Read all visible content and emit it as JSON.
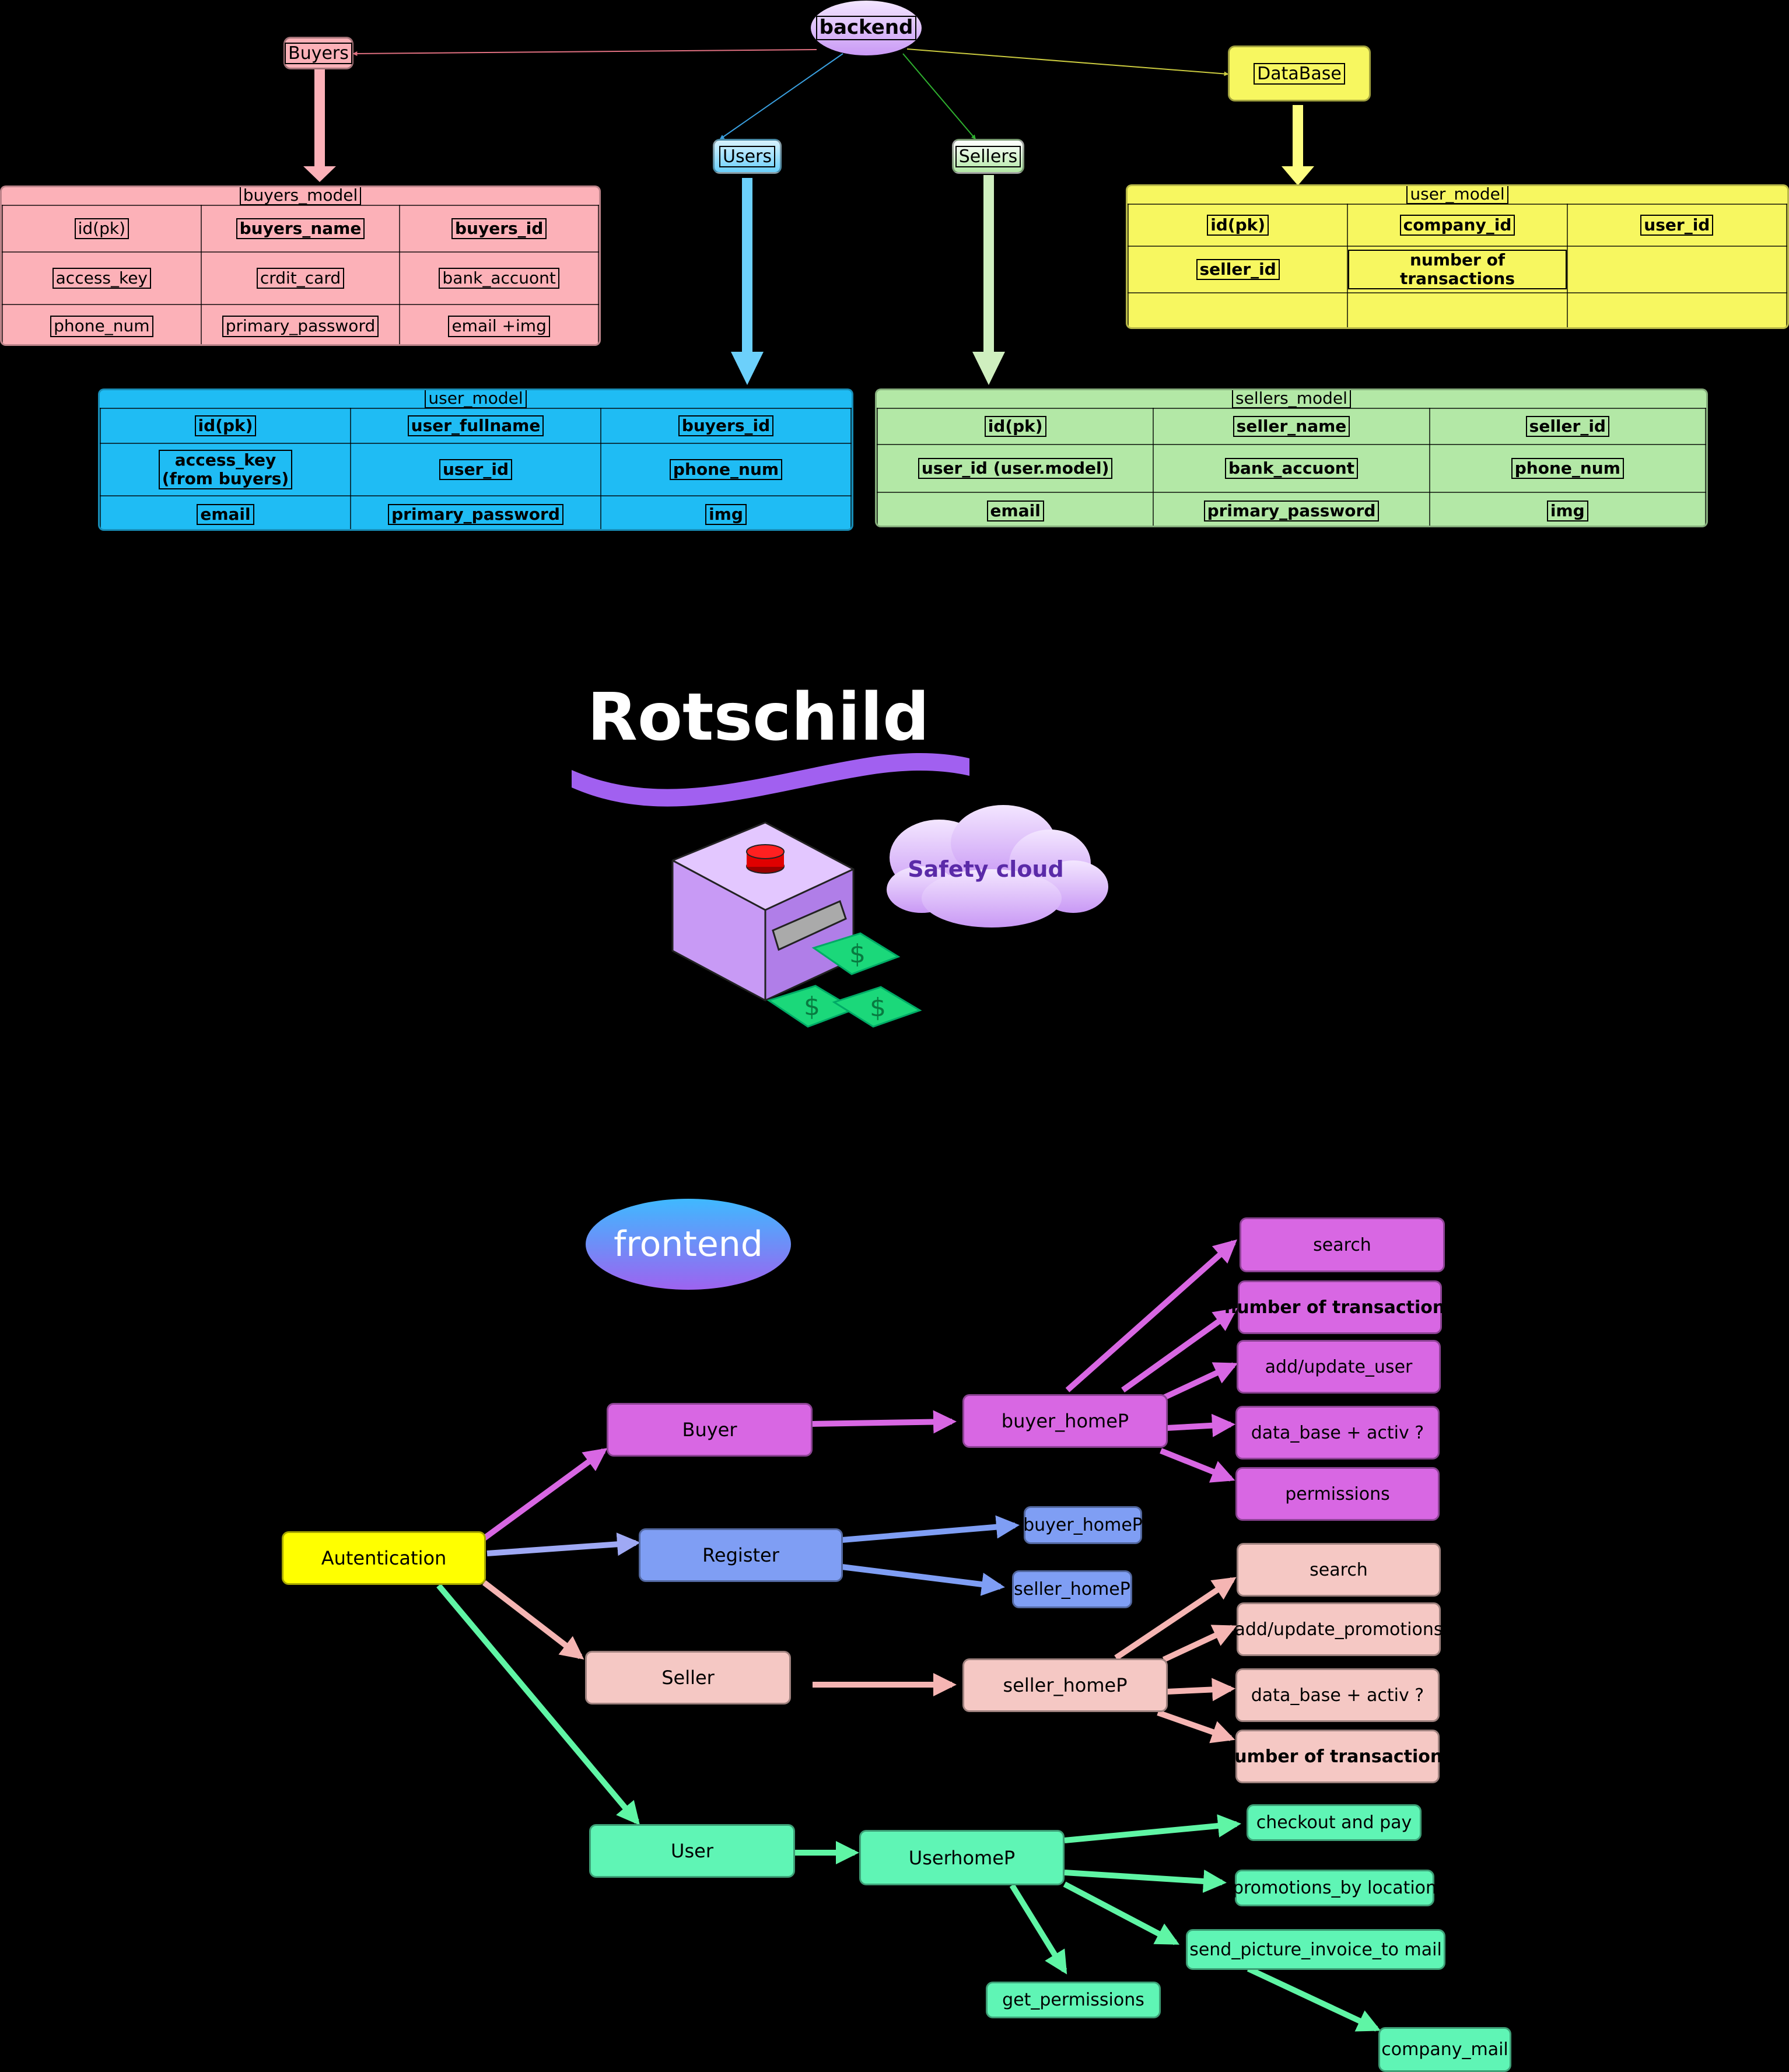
{
  "colors": {
    "buyers": "#fcb1b8",
    "users": "#1fbcf4",
    "sellers": "#b3e8a6",
    "database": "#f7f760",
    "backend": "#c999f5",
    "frontend": "#7a7af4",
    "buyer_pink": "#d867e3",
    "register_blue": "#7f9ef4",
    "seller_salmon": "#f5c8c4",
    "user_green": "#5ff5b5",
    "auth_yellow": "#ffff00"
  },
  "backend": {
    "label": "backend",
    "buyers_label": "Buyers",
    "users_label": "Users",
    "sellers_label": "Sellers",
    "database_label": "DataBase",
    "buyers_model": {
      "title": "buyers_model",
      "rows": [
        [
          "id(pk)",
          "buyers_name",
          "buyers_id"
        ],
        [
          "access_key",
          "crdit_card",
          "bank_accuont"
        ],
        [
          "phone_num",
          "primary_password",
          "email +img"
        ]
      ]
    },
    "db_user_model": {
      "title": "user_model",
      "rows": [
        [
          "id(pk)",
          "company_id",
          "user_id"
        ],
        [
          "seller_id",
          "number of transactions",
          ""
        ],
        [
          "",
          "",
          ""
        ]
      ]
    },
    "user_model": {
      "title": "user_model",
      "rows": [
        [
          "id(pk)",
          "user_fullname",
          "buyers_id"
        ],
        [
          "access_key\n(from buyers)",
          "user_id",
          "phone_num"
        ],
        [
          "email",
          "primary_password",
          "img"
        ]
      ]
    },
    "sellers_model": {
      "title": "sellers_model",
      "rows": [
        [
          "id(pk)",
          "seller_name",
          "seller_id"
        ],
        [
          "user_id (user.model)",
          "bank_accuont",
          "phone_num"
        ],
        [
          "email",
          "primary_password",
          "img"
        ]
      ]
    }
  },
  "logo": {
    "title": "Rotschild",
    "cloud_label": "Safety cloud",
    "money_symbol": "$"
  },
  "frontend": {
    "label": "frontend",
    "auth": "Autentication",
    "buyer": "Buyer",
    "register": "Register",
    "seller": "Seller",
    "user": "User",
    "buyer_homeP": "buyer_homeP",
    "seller_homeP": "seller_homeP",
    "user_homeP": "UserhomeP",
    "register_buyer_home": "buyer_homeP",
    "register_seller_home": "seller_homeP",
    "buyer_items": [
      "search",
      "number of transactions",
      "add/update_user",
      "data_base + activ ?",
      "permissions"
    ],
    "seller_items": [
      "search",
      "add/update_promotions",
      "data_base + activ ?",
      "number of transactions"
    ],
    "user_items": [
      "checkout and pay",
      "promotions_by location",
      "send_picture_invoice_to mail",
      "get_permissions",
      "company_mail"
    ]
  }
}
